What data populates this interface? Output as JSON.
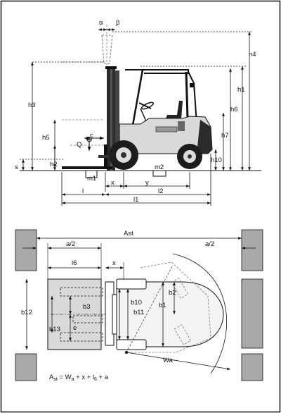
{
  "top_view": {
    "labels": {
      "alpha": "α",
      "beta": "β",
      "h3": "h3",
      "h4": "h4",
      "h1": "h1",
      "h6": "h6",
      "h7": "h7",
      "h5": "h5",
      "h2": "h2",
      "h10": "h10",
      "s": "s",
      "Q": "Q",
      "c": "c",
      "m1": "m1",
      "m2": "m2",
      "x": "x",
      "y": "y",
      "l": "l",
      "l2": "l2",
      "l1": "l1"
    }
  },
  "bottom_view": {
    "labels": {
      "Ast": "Ast",
      "a2_left": "a/2",
      "a2_right": "a/2",
      "l6": "l6",
      "x": "x",
      "b12": "b12",
      "b13": "b13",
      "b3": "b3",
      "e": "e",
      "b10": "b10",
      "b11": "b11",
      "b1": "b1",
      "b2": "b2",
      "Wa": "Wa"
    },
    "formula": {
      "lhs_main": "A",
      "lhs_sub": "st",
      "rhs": " = W",
      "rhs_sub": "a",
      "tail": " + x + l",
      "tail_sub": "6",
      "end": " + a"
    }
  },
  "colors": {
    "line": "#111111",
    "forklift_body": "#d9d9d9",
    "wall": "#a9a9a9"
  }
}
